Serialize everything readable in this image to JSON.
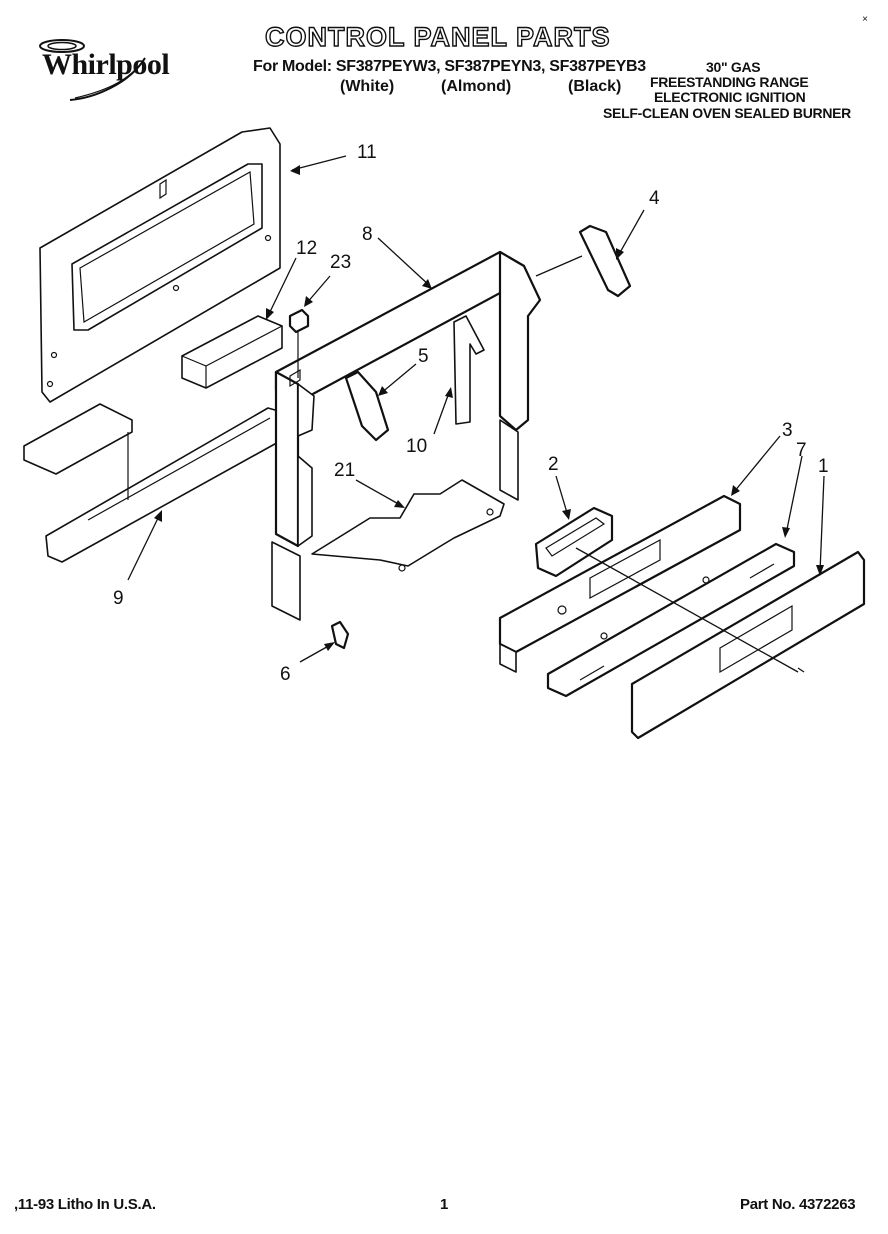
{
  "header": {
    "brand": "Whirlpool",
    "title": "CONTROL PANEL PARTS",
    "models_line": "For Model: SF387PEYW3, SF387PEYN3, SF387PEYB3",
    "colors": [
      "(White)",
      "(Almond)",
      "(Black)"
    ],
    "spec_lines": [
      "30\" GAS",
      "FREESTANDING RANGE",
      "ELECTRONIC IGNITION",
      "SELF-CLEAN OVEN SEALED BURNER"
    ],
    "corner_mark": "×"
  },
  "callouts": {
    "n11": "11",
    "n4": "4",
    "n8": "8",
    "n12": "12",
    "n23": "23",
    "n5": "5",
    "n10": "10",
    "n3": "3",
    "n7": "7",
    "n1": "1",
    "n2": "2",
    "n21": "21",
    "n9": "9",
    "n6": "6"
  },
  "footer": {
    "litho": ",11-93 Litho In U.S.A.",
    "page": "1",
    "part_no": "Part No. 4372263"
  }
}
